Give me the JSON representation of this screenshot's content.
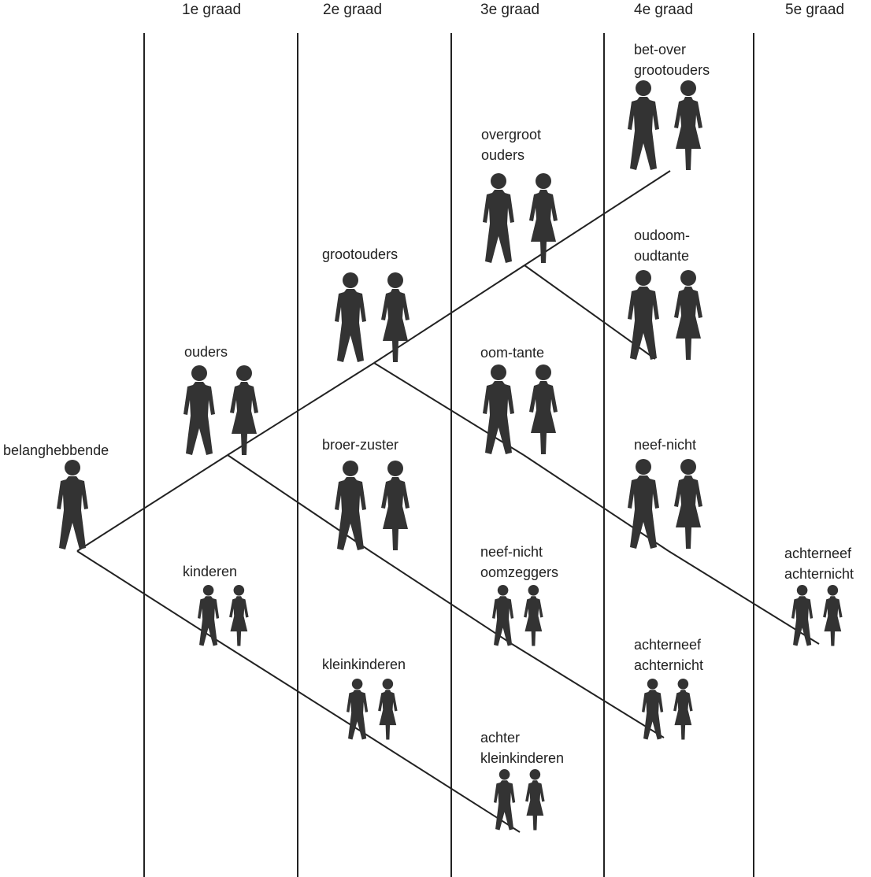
{
  "colors": {
    "ink": "#333333",
    "line": "#222222",
    "background": "#ffffff"
  },
  "degrees": [
    "1e graad",
    "2e graad",
    "3e graad",
    "4e graad",
    "5e graad"
  ],
  "nodes": {
    "belanghebbende": {
      "lines": [
        "belanghebbende"
      ],
      "figures": "man"
    },
    "ouders": {
      "lines": [
        "ouders"
      ],
      "figures": "couple"
    },
    "kinderen": {
      "lines": [
        "kinderen"
      ],
      "figures": "couple-small"
    },
    "grootouders": {
      "lines": [
        "grootouders"
      ],
      "figures": "couple"
    },
    "broer_zuster": {
      "lines": [
        "broer-zuster"
      ],
      "figures": "couple"
    },
    "kleinkinderen": {
      "lines": [
        "kleinkinderen"
      ],
      "figures": "couple-small"
    },
    "overgrootouders": {
      "lines": [
        "overgroot",
        "ouders"
      ],
      "figures": "couple"
    },
    "oom_tante": {
      "lines": [
        "oom-tante"
      ],
      "figures": "couple"
    },
    "neef_nicht_oomzeggers": {
      "lines": [
        "neef-nicht",
        "oomzeggers"
      ],
      "figures": "couple-small"
    },
    "achterkleinkinderen": {
      "lines": [
        "achter",
        "kleinkinderen"
      ],
      "figures": "couple-small"
    },
    "betovergrootouders": {
      "lines": [
        "bet-over",
        "grootouders"
      ],
      "figures": "couple"
    },
    "oudoom_oudtante": {
      "lines": [
        "oudoom-",
        "oudtante"
      ],
      "figures": "couple"
    },
    "neef_nicht": {
      "lines": [
        "neef-nicht"
      ],
      "figures": "couple"
    },
    "achterneef_4": {
      "lines": [
        "achterneef",
        "achternicht"
      ],
      "figures": "couple-small"
    },
    "achterneef_5": {
      "lines": [
        "achterneef",
        "achternicht"
      ],
      "figures": "couple-small"
    }
  },
  "connections": [
    [
      "belanghebbende",
      "ouders"
    ],
    [
      "ouders",
      "grootouders"
    ],
    [
      "grootouders",
      "overgrootouders"
    ],
    [
      "overgrootouders",
      "betovergrootouders"
    ],
    [
      "belanghebbende",
      "kinderen"
    ],
    [
      "kinderen",
      "kleinkinderen"
    ],
    [
      "kleinkinderen",
      "achterkleinkinderen"
    ],
    [
      "ouders",
      "broer_zuster"
    ],
    [
      "broer_zuster",
      "neef_nicht_oomzeggers"
    ],
    [
      "neef_nicht_oomzeggers",
      "achterneef_4"
    ],
    [
      "grootouders",
      "oom_tante"
    ],
    [
      "oom_tante",
      "neef_nicht"
    ],
    [
      "neef_nicht",
      "achterneef_5"
    ],
    [
      "overgrootouders",
      "oudoom_oudtante"
    ]
  ]
}
